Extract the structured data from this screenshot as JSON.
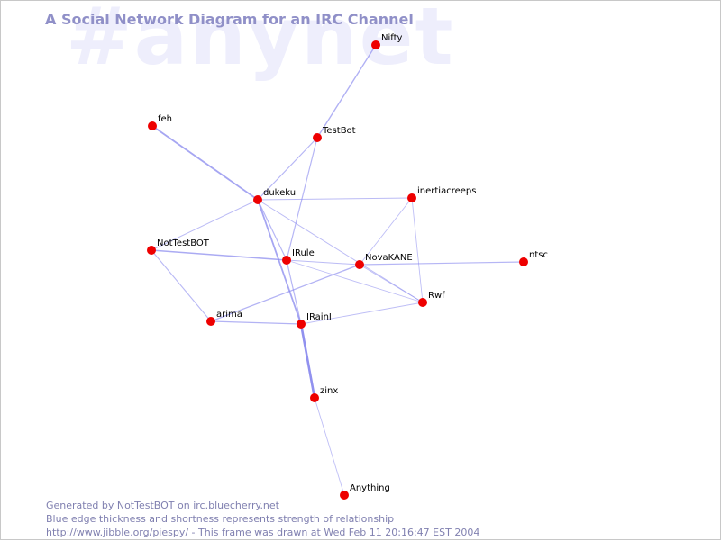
{
  "watermark": "#anynet",
  "title": "A Social Network Diagram for an IRC Channel",
  "footer": {
    "line1": "Generated by NotTestBOT on irc.bluecherry.net",
    "line2": "Blue edge thickness and shortness represents strength of relationship",
    "line3": "http://www.jibble.org/piespy/ - This frame was drawn at Wed Feb 11 20:16:47 EST 2004"
  },
  "colors": {
    "node": "#ee0000",
    "edge": "#8888ee",
    "title": "#9090c8",
    "watermark": "#eeeefc",
    "footer": "#8080b0"
  },
  "graph": {
    "nodes": [
      {
        "id": "Nifty",
        "label": "Nifty"
      },
      {
        "id": "TestBot",
        "label": "TestBot"
      },
      {
        "id": "feh",
        "label": "feh"
      },
      {
        "id": "dukeku",
        "label": "dukeku"
      },
      {
        "id": "inertiacreeps",
        "label": "inertiacreeps"
      },
      {
        "id": "NotTestBOT",
        "label": "NotTestBOT"
      },
      {
        "id": "IRule",
        "label": "IRule"
      },
      {
        "id": "NovaKANE",
        "label": "NovaKANE"
      },
      {
        "id": "ntsc",
        "label": "ntsc"
      },
      {
        "id": "Rwf",
        "label": "Rwf"
      },
      {
        "id": "arima",
        "label": "arima"
      },
      {
        "id": "IRainI",
        "label": "IRainI"
      },
      {
        "id": "zinx",
        "label": "zinx"
      },
      {
        "id": "Anything",
        "label": "Anything"
      }
    ],
    "edges": [
      {
        "from": "Nifty",
        "to": "TestBot",
        "strength": 1.4
      },
      {
        "from": "TestBot",
        "to": "dukeku",
        "strength": 1.2
      },
      {
        "from": "TestBot",
        "to": "IRule",
        "strength": 1.2
      },
      {
        "from": "feh",
        "to": "dukeku",
        "strength": 1.8
      },
      {
        "from": "dukeku",
        "to": "inertiacreeps",
        "strength": 1.0
      },
      {
        "from": "dukeku",
        "to": "NotTestBOT",
        "strength": 1.0
      },
      {
        "from": "dukeku",
        "to": "IRule",
        "strength": 1.2
      },
      {
        "from": "dukeku",
        "to": "IRainI",
        "strength": 1.8
      },
      {
        "from": "dukeku",
        "to": "Rwf",
        "strength": 1.0
      },
      {
        "from": "inertiacreeps",
        "to": "NovaKANE",
        "strength": 0.9
      },
      {
        "from": "inertiacreeps",
        "to": "Rwf",
        "strength": 0.9
      },
      {
        "from": "NotTestBOT",
        "to": "IRule",
        "strength": 1.6
      },
      {
        "from": "NotTestBOT",
        "to": "arima",
        "strength": 1.1
      },
      {
        "from": "IRule",
        "to": "NovaKANE",
        "strength": 1.0
      },
      {
        "from": "IRule",
        "to": "IRainI",
        "strength": 1.2
      },
      {
        "from": "IRule",
        "to": "Rwf",
        "strength": 0.9
      },
      {
        "from": "NovaKANE",
        "to": "ntsc",
        "strength": 1.2
      },
      {
        "from": "NovaKANE",
        "to": "arima",
        "strength": 1.3
      },
      {
        "from": "NovaKANE",
        "to": "Rwf",
        "strength": 0.9
      },
      {
        "from": "arima",
        "to": "IRainI",
        "strength": 1.3
      },
      {
        "from": "IRainI",
        "to": "Rwf",
        "strength": 0.9
      },
      {
        "from": "IRainI",
        "to": "zinx",
        "strength": 2.6
      },
      {
        "from": "zinx",
        "to": "Anything",
        "strength": 0.9
      }
    ]
  }
}
